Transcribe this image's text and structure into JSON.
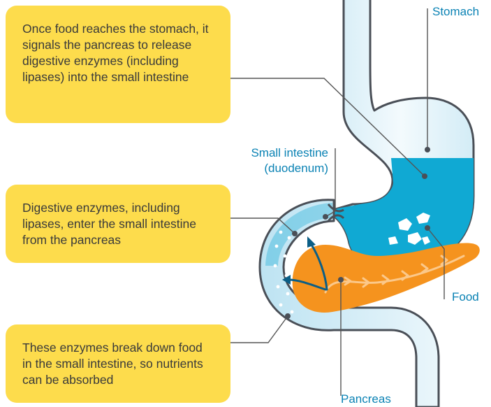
{
  "callouts": {
    "stomach_signal": "Once food reaches the stomach, it signals the pancreas to release digestive enzymes (including lipases) into the small intestine",
    "enzymes_enter": "Digestive enzymes, including lipases, enter the small intestine from the pancreas",
    "break_down": "These enzymes break down food in the small intestine, so nutrients can be absorbed"
  },
  "labels": {
    "stomach": "Stomach",
    "small_intestine_line1": "Small intestine",
    "small_intestine_line2": "(duodenum)",
    "food": "Food",
    "pancreas": "Pancreas"
  },
  "colors": {
    "callout_fill": "#fddc4c",
    "label_text": "#0a82b4",
    "organ_fill": "#e3f2f8",
    "organ_outline": "#4a4f57",
    "stomach_contents": "#10a9d3",
    "pancreas": "#f5931e",
    "arrow": "#0b5e86",
    "leader_line": "#555555"
  }
}
